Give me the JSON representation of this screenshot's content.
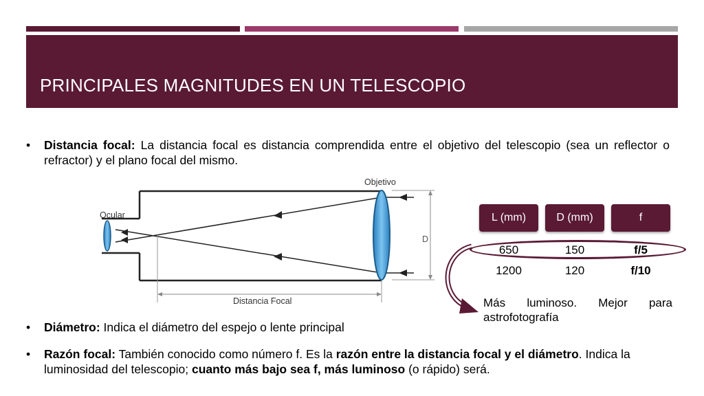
{
  "header": {
    "title": "PRINCIPALES MAGNITUDES EN UN TELESCOPIO"
  },
  "bullets": {
    "focal": {
      "marker": "•",
      "term": "Distancia focal:",
      "text": " La distancia focal es distancia comprendida entre el objetivo del telescopio (sea un reflector o refractor) y el plano focal del mismo."
    },
    "diametro": {
      "marker": "•",
      "term": "Diámetro:",
      "text": " Indica el diámetro del espejo o lente principal"
    },
    "razon": {
      "marker": "•",
      "term": "Razón focal:",
      "t1": " También conocido como número f. Es la ",
      "b1": "razón entre la distancia focal y el diámetro",
      "t2": ". Indica la luminosidad del telescopio; ",
      "b2": "cuanto más bajo sea f, más luminoso",
      "t3": " (o rápido) será."
    }
  },
  "diagram": {
    "objetivo_label": "Objetivo",
    "ocular_label": "Ocular",
    "d_label": "D",
    "distancia_label": "Distancia Focal",
    "colors": {
      "lens": "#4aa8e0",
      "line": "#222222"
    }
  },
  "table": {
    "headers": [
      "L (mm)",
      "D (mm)",
      "f"
    ],
    "rows": [
      [
        "650",
        "150",
        "f/5"
      ],
      [
        "1200",
        "120",
        "f/10"
      ]
    ]
  },
  "note": "Más luminoso. Mejor para astrofotografía",
  "colors": {
    "primary": "#5a1a34",
    "secondary": "#9b3a6a",
    "gray": "#a6a6a6"
  }
}
